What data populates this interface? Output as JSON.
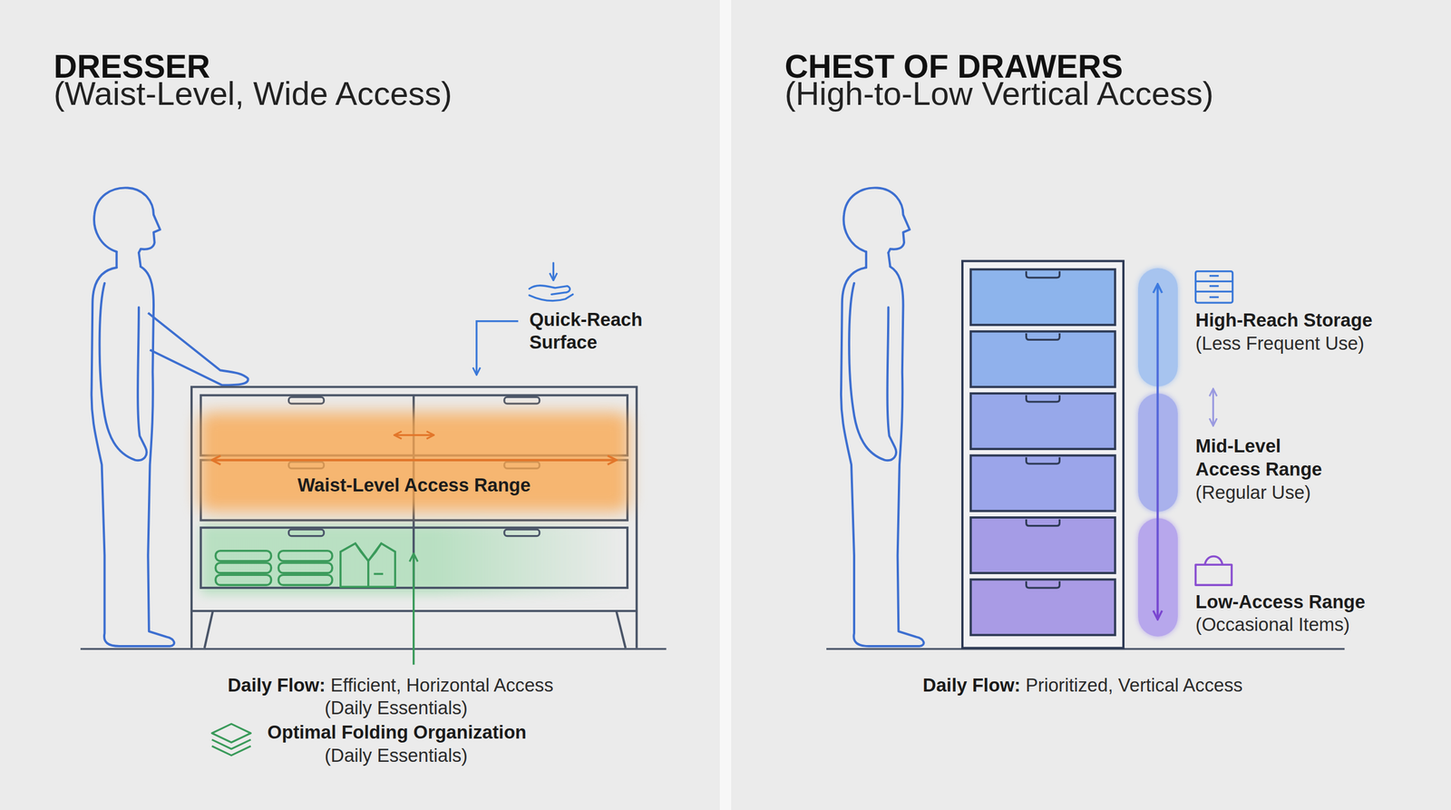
{
  "diagram": {
    "nodes": [
      {
        "text": [
          "DRESSER",
          "(Waist-Level, Wide Access)"
        ]
      },
      {
        "text": [
          "Waist-Level Access Range"
        ],
        "in": 0
      },
      {
        "text": [
          "CHEST OF DRAWERS",
          "(High-to-Low Vertical Access)"
        ]
      },
      {
        "text": [
          "High-Reach Storage",
          "(Less Frequent Use)"
        ],
        "in": 2
      },
      {
        "text": [
          "Mid-Level Access Range",
          "(Regular Use)"
        ],
        "in": 2
      },
      {
        "text": [
          "Low-Access Range",
          "(Occasional Items)"
        ],
        "in": 2
      }
    ],
    "labels": [
      "Quick-Reach Surface",
      "Daily Flow:",
      "Efficient, Horizontal Access",
      "(Daily Essentials)",
      "Optimal Folding Organization",
      "(Daily Essentials)",
      "Daily Flow:",
      "Prioritized, Vertical Access"
    ]
  }
}
